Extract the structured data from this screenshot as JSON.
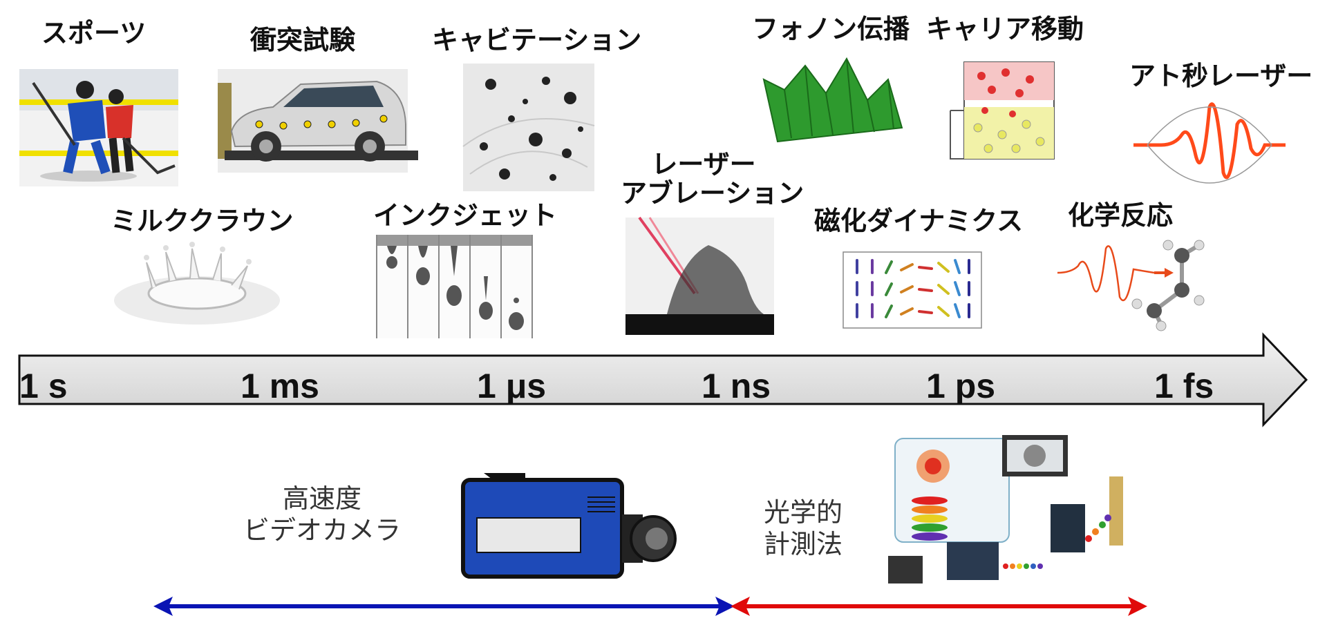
{
  "phenomena": {
    "sports": "スポーツ",
    "crash_test": "衝突試験",
    "cavitation": "キャビテーション",
    "phonon": "フォノン伝播",
    "carrier": "キャリア移動",
    "attosecond": "アト秒レーザー",
    "milk_crown": "ミルククラウン",
    "inkjet": "インクジェット",
    "ablation_line1": "レーザー",
    "ablation_line2": "アブレーション",
    "magnetization": "磁化ダイナミクス",
    "chemical": "化学反応"
  },
  "timescale": {
    "ticks": [
      "1 s",
      "1 ms",
      "1 μs",
      "1 ns",
      "1 ps",
      "1 fs"
    ]
  },
  "methods": {
    "camera_line1": "高速度",
    "camera_line2": "ビデオカメラ",
    "optical_line1": "光学的",
    "optical_line2": "計測法"
  },
  "colors": {
    "camera_range": "#0a14b4",
    "optical_range": "#e00a0a",
    "arrow_fill": "#d9d9d9"
  }
}
